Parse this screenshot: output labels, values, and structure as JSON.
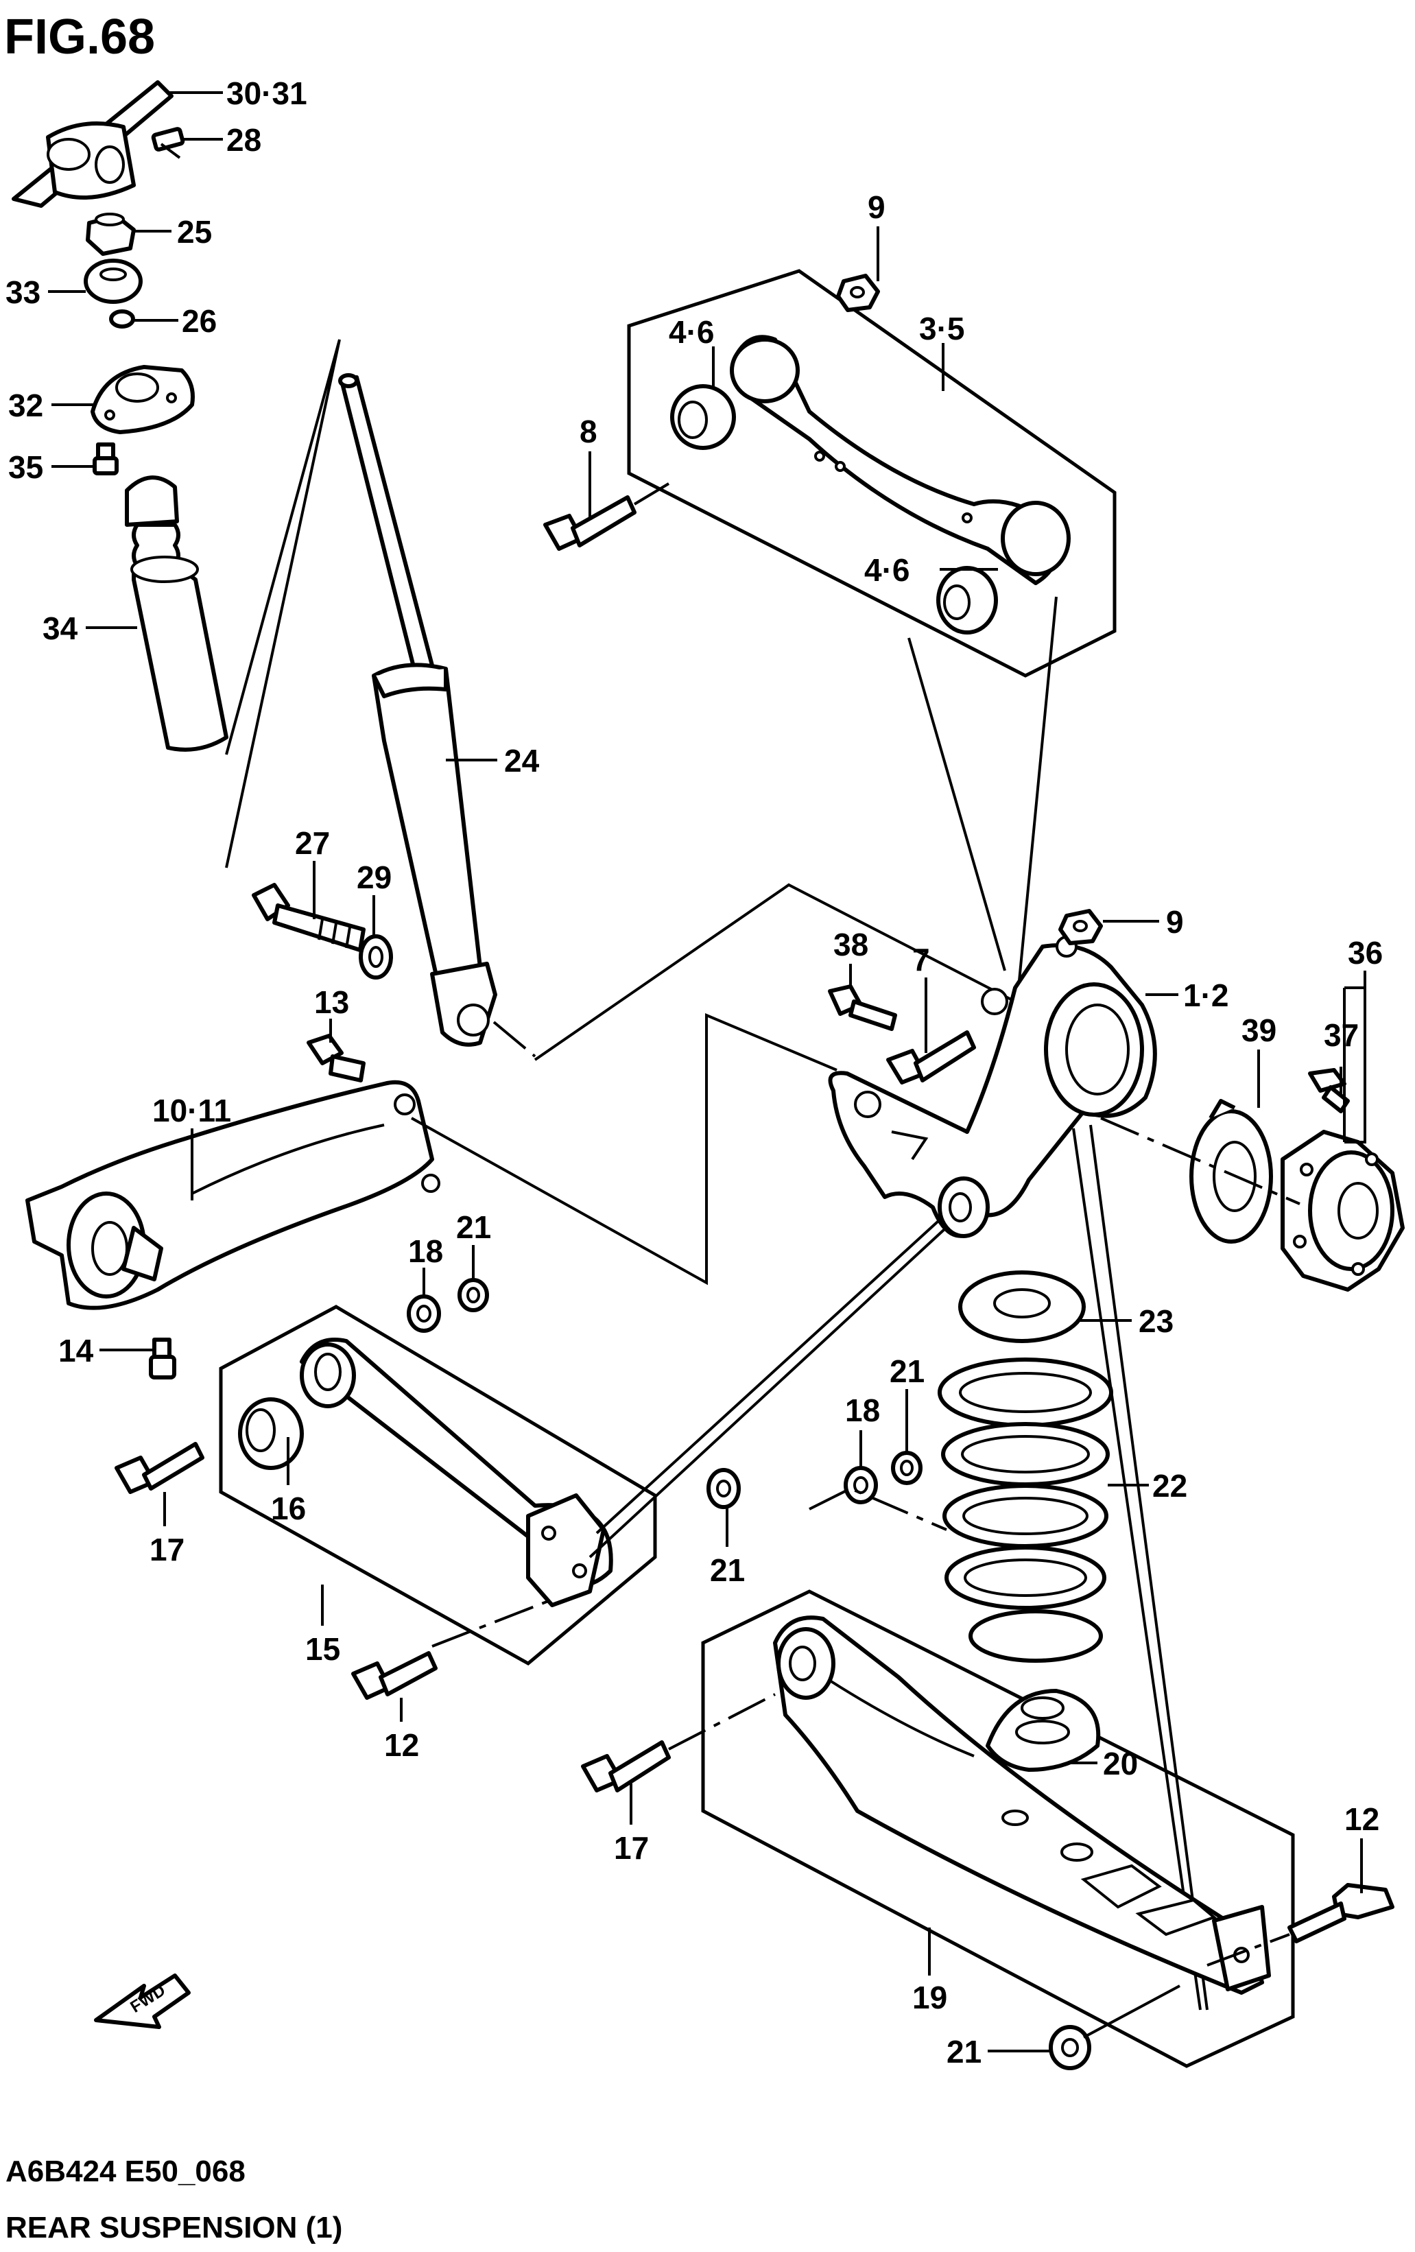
{
  "header": {
    "title": "FIG.68"
  },
  "footer": {
    "code": "A6B424 E50_068",
    "caption": "REAR SUSPENSION (1)"
  },
  "direction_marker": {
    "label": "FWD"
  },
  "callouts": {
    "c30_31": "30·31",
    "c28": "28",
    "c25": "25",
    "c33": "33",
    "c26": "26",
    "c32": "32",
    "c35": "35",
    "c34": "34",
    "c24": "24",
    "c27": "27",
    "c29": "29",
    "c13": "13",
    "c10_11": "10·11",
    "c14": "14",
    "c18a": "18",
    "c21a": "21",
    "c16": "16",
    "c17a": "17",
    "c15": "15",
    "c12a": "12",
    "c21b": "21",
    "c9a": "9",
    "c4_6a": "4·6",
    "c3_5": "3·5",
    "c8": "8",
    "c4_6b": "4·6",
    "c9b": "9",
    "c38": "38",
    "c7": "7",
    "c1_2": "1·2",
    "c36": "36",
    "c39": "39",
    "c37": "37",
    "c23": "23",
    "c21c": "21",
    "c18b": "18",
    "c22": "22",
    "c20": "20",
    "c17b": "17",
    "c19": "19",
    "c12b": "12",
    "c21d": "21"
  }
}
